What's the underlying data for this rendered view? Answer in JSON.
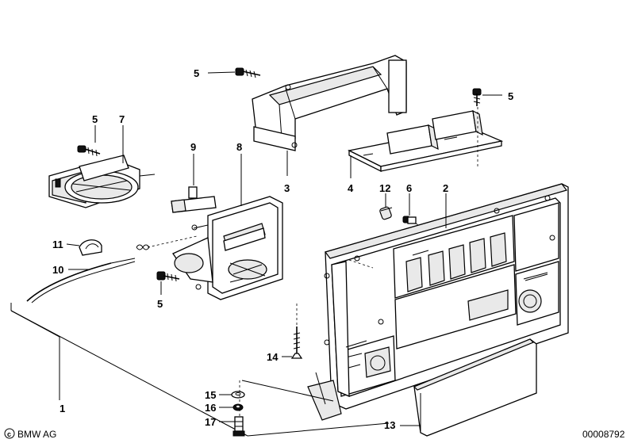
{
  "callouts": {
    "c1": "1",
    "c2": "2",
    "c3": "3",
    "c4": "4",
    "c5a": "5",
    "c5b": "5",
    "c5c": "5",
    "c5d": "5",
    "c6": "6",
    "c7": "7",
    "c8": "8",
    "c9": "9",
    "c10": "10",
    "c11": "11",
    "c12": "12",
    "c13": "13",
    "c14": "14",
    "c15": "15",
    "c16": "16",
    "c17": "17"
  },
  "footer": {
    "brand": "BMW AG",
    "drawing_number": "00008792"
  }
}
